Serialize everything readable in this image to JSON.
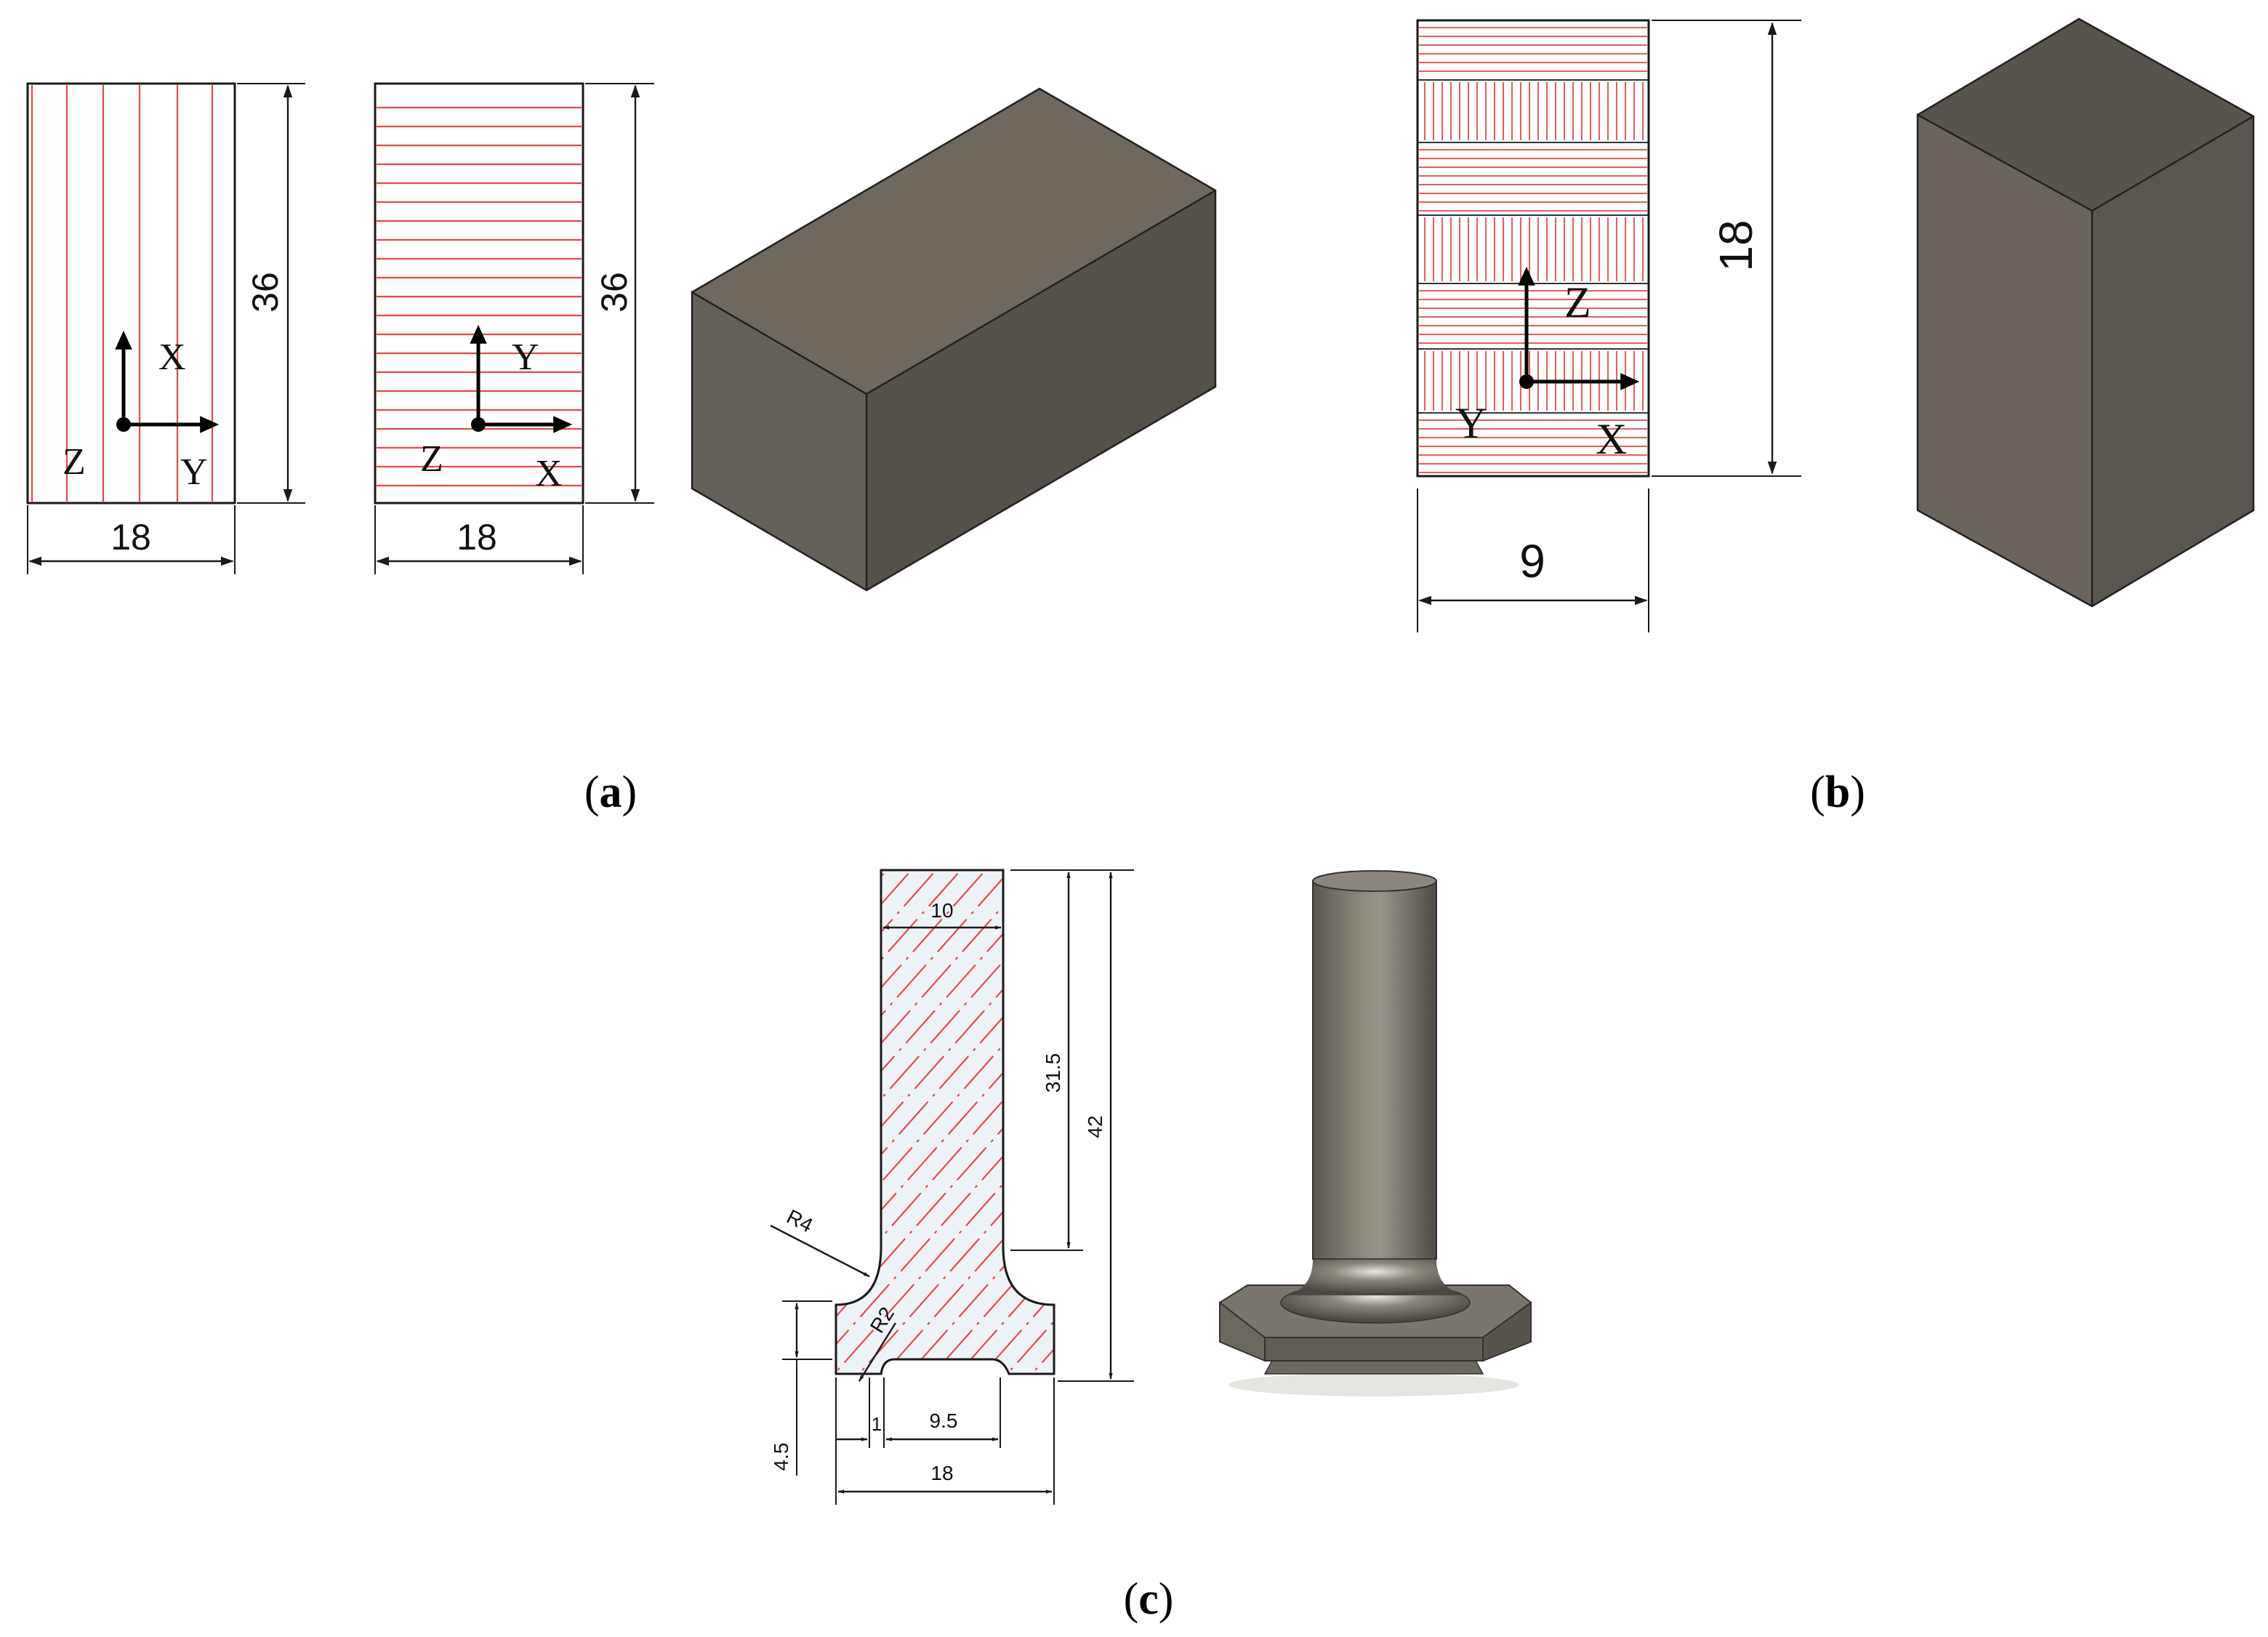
{
  "panels": {
    "a": {
      "caption_letter": "a",
      "view1": {
        "width_label": "18",
        "height_label": "36",
        "axis_up": "X",
        "axis_right": "Y",
        "axis_origin": "Z"
      },
      "view2": {
        "width_label": "18",
        "height_label": "36",
        "axis_up": "Y",
        "axis_right": "X",
        "axis_origin": "Z"
      }
    },
    "b": {
      "caption_letter": "b",
      "view": {
        "width_label": "9",
        "height_label": "18",
        "axis_up": "Z",
        "axis_right": "X",
        "axis_origin": "Y"
      }
    },
    "c": {
      "caption_letter": "c",
      "dims": {
        "top_width": "10",
        "stem_height": "31.5",
        "total_height": "42",
        "fillet_large": "R4",
        "fillet_small": "R2",
        "base_height": "4.5",
        "gap": "1",
        "inner_width": "9.5",
        "base_width": "18"
      }
    }
  },
  "colors": {
    "hatch": "#e34a4a",
    "block_top": "#6e685e",
    "block_front": "#625e58",
    "block_side": "#57524c"
  }
}
